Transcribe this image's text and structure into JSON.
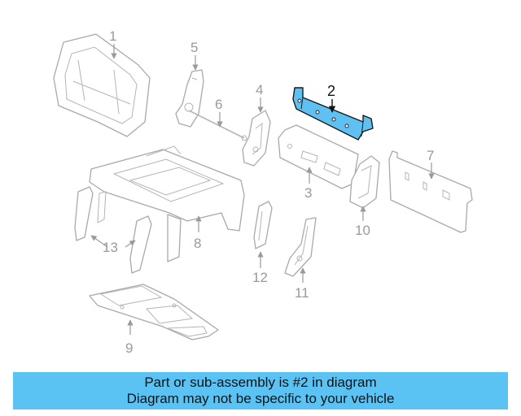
{
  "diagram": {
    "highlight_color": "#5fc0f2",
    "highlighted_part": "2",
    "callouts": {
      "c1": "1",
      "c2": "2",
      "c3": "3",
      "c4": "4",
      "c5": "5",
      "c6": "6",
      "c7": "7",
      "c8": "8",
      "c9": "9",
      "c10": "10",
      "c11": "11",
      "c12": "12",
      "c13": "13"
    }
  },
  "banner": {
    "background_color": "#5bc3f4",
    "line1": "Part or sub-assembly is #2 in diagram",
    "line2": "Diagram may not be specific to your vehicle"
  }
}
